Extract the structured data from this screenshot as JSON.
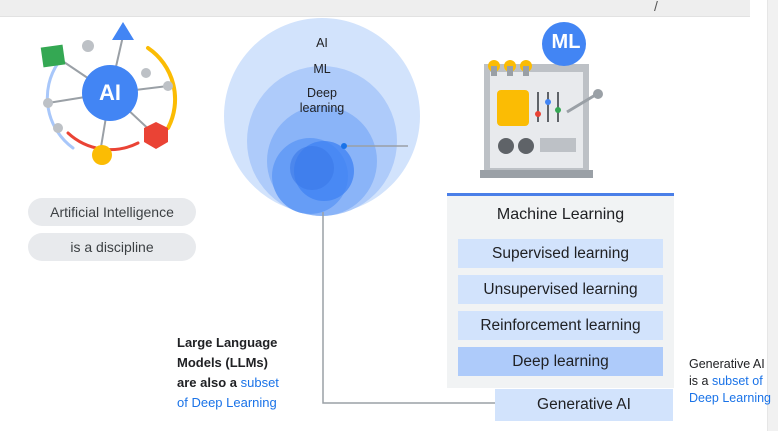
{
  "ai_badge": "AI",
  "ml_badge": "ML",
  "pills": [
    "Artificial Intelligence",
    "is a discipline"
  ],
  "venn": {
    "outer": "AI",
    "middle": "ML",
    "inner_line1": "Deep",
    "inner_line2": "learning"
  },
  "ml_panel": {
    "title": "Machine Learning",
    "items": [
      "Supervised learning",
      "Unsupervised learning",
      "Reinforcement learning",
      "Deep learning"
    ]
  },
  "generative_ai_box": "Generative AI",
  "llm_caption": {
    "line1": "Large Language",
    "line2": "Models (LLMs)",
    "line3_plain": "are also a ",
    "line3_blue": "subset",
    "line4_blue": "of Deep Learning"
  },
  "genai_caption": {
    "line1": "Generative AI",
    "line2_plain": "is a ",
    "line2_blue": "subset of",
    "line3_blue": "Deep Learning"
  },
  "colors": {
    "blue": "#4285f4",
    "link_blue": "#1a73e8",
    "green": "#34a853",
    "red": "#ea4335",
    "yellow": "#fbbc04"
  }
}
